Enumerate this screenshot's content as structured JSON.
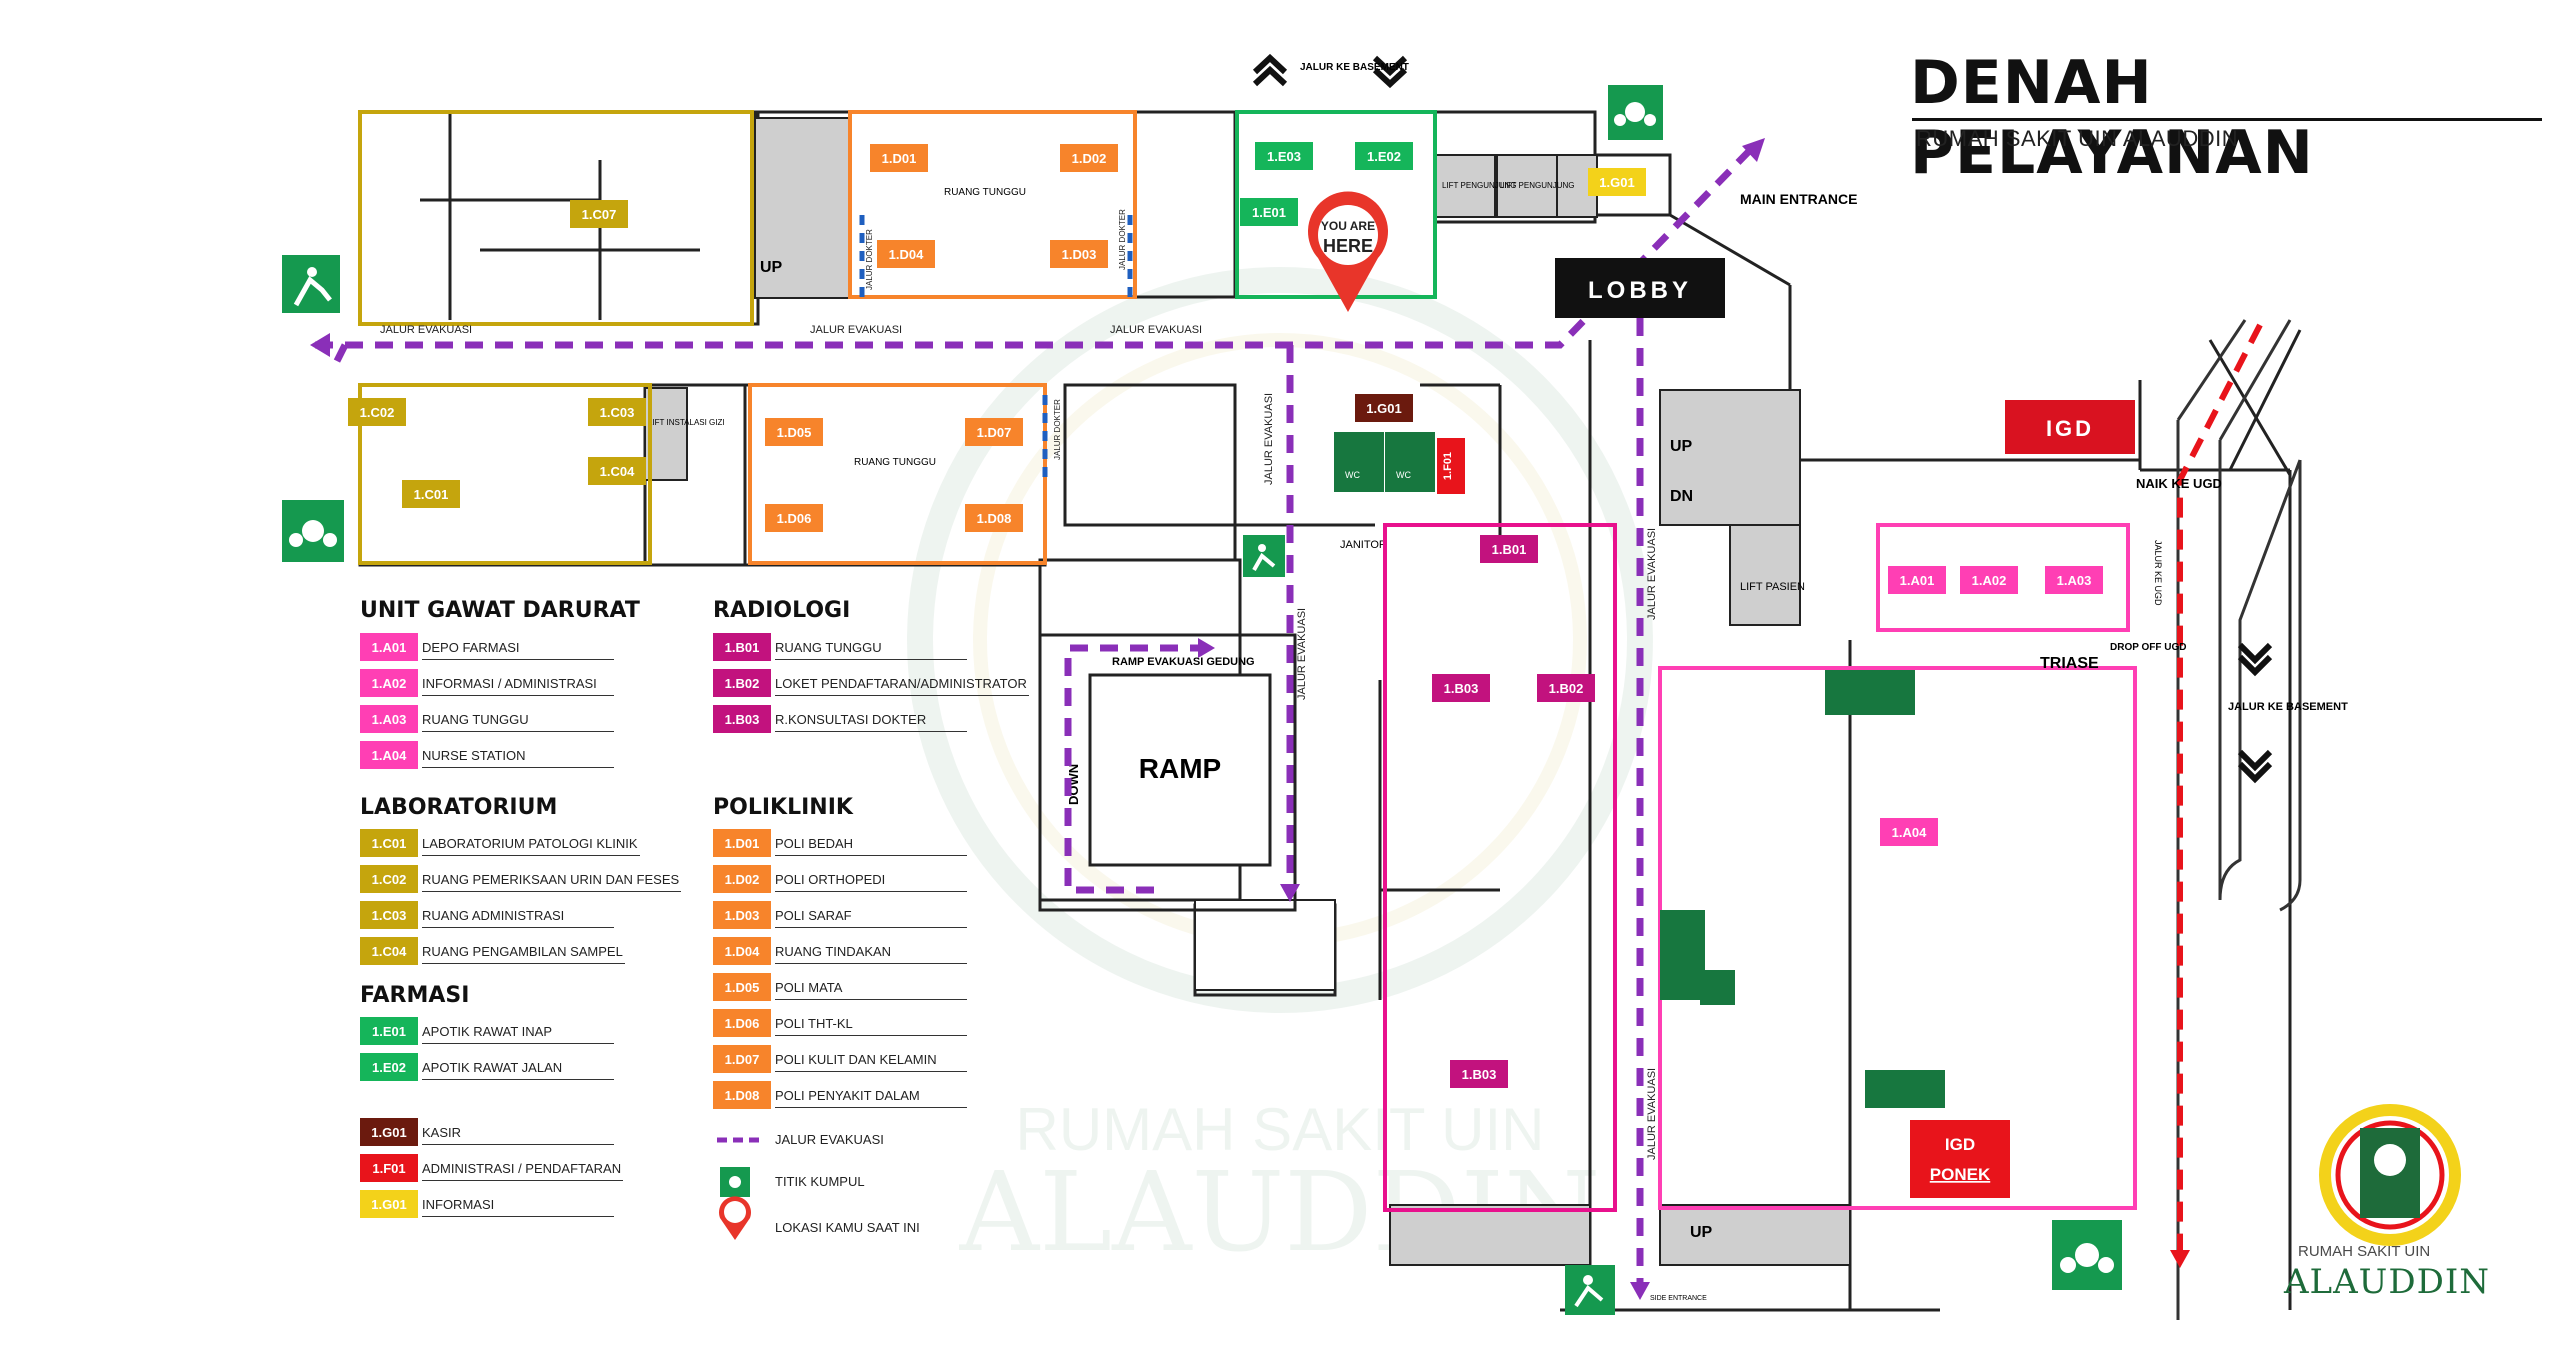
{
  "header": {
    "title": "DENAH PELAYANAN",
    "subtitle": "RUMAH SAKIT UIN ALAUDDIN"
  },
  "colors": {
    "igd": "#ff3fb4",
    "radiologi": "#c2127e",
    "laboratorium": "#c5a50d",
    "poliklinik": "#f7842b",
    "farmasi": "#15b55a",
    "kasir": "#6b1a0e",
    "administrasi": "#e8141b",
    "informasi": "#f3d21a",
    "evacuation": "#8a2fb8",
    "assembly": "#15994f"
  },
  "map": {
    "jalur_ke_basement_top": "JALUR KE BASEMENT",
    "jalur_ke_basement_right": "JALUR KE BASEMENT",
    "main_entrance": "MAIN ENTRANCE",
    "lobby": "LOBBY",
    "igd_sign": "IGD",
    "naik_ke_ugd": "NAIK KE UGD",
    "drop_off": "DROP OFF UGD",
    "jalur_ke_ugd": "JALUR KE UGD",
    "triase": "TRIASE",
    "igd_ponek_1": "IGD",
    "igd_ponek_2": "PONEK",
    "ramp": "RAMP",
    "ramp_evakuasi": "RAMP EVAKUASI GEDUNG",
    "down": "DOWN",
    "up": "UP",
    "dn": "DN",
    "lift_pengunjung": "LIFT PENGUNJUNG",
    "lift_instalasi_gizi": "LIFT INSTALASI GIZI",
    "lift_pasien": "LIFT PASIEN",
    "janitor": "JANITOR",
    "ruang_tunggu": "RUANG TUNGGU",
    "jalur_dokter": "JALUR DOKTER",
    "jalur_evakuasi": "JALUR EVAKUASI",
    "side_entrance": "SIDE ENTRANCE",
    "wc": "WC",
    "you_are_here_1": "YOU ARE",
    "you_are_here_2": "HERE",
    "watermark_1": "RUMAH SAKIT UIN",
    "watermark_2": "ALAUDDIN",
    "rooms": [
      "1.C07",
      "1.C02",
      "1.C03",
      "1.C01",
      "1.C04",
      "1.D01",
      "1.D02",
      "1.D04",
      "1.D03",
      "1.D05",
      "1.D07",
      "1.D06",
      "1.D08",
      "1.E03",
      "1.E02",
      "1.E01",
      "1.G01",
      "1.F01",
      "1.B01",
      "1.B03",
      "1.B02",
      "1.B03",
      "1.A01",
      "1.A02",
      "1.A03",
      "1.A04"
    ]
  },
  "legend": {
    "ugd_title": "UNIT GAWAT DARURAT",
    "ugd": [
      {
        "code": "1.A01",
        "label": "DEPO FARMASI"
      },
      {
        "code": "1.A02",
        "label": "INFORMASI / ADMINISTRASI"
      },
      {
        "code": "1.A03",
        "label": "RUANG TUNGGU"
      },
      {
        "code": "1.A04",
        "label": "NURSE STATION"
      }
    ],
    "lab_title": "LABORATORIUM",
    "lab": [
      {
        "code": "1.C01",
        "label": "LABORATORIUM PATOLOGI KLINIK"
      },
      {
        "code": "1.C02",
        "label": "RUANG PEMERIKSAAN URIN DAN FESES"
      },
      {
        "code": "1.C03",
        "label": "RUANG ADMINISTRASI"
      },
      {
        "code": "1.C04",
        "label": "RUANG PENGAMBILAN SAMPEL"
      }
    ],
    "farmasi_title": "FARMASI",
    "farmasi": [
      {
        "code": "1.E01",
        "label": "APOTIK RAWAT INAP"
      },
      {
        "code": "1.E02",
        "label": "APOTIK RAWAT JALAN"
      }
    ],
    "misc": [
      {
        "code": "1.G01",
        "label": "KASIR"
      },
      {
        "code": "1.F01",
        "label": "ADMINISTRASI / PENDAFTARAN"
      },
      {
        "code": "1.G01",
        "label": "INFORMASI"
      }
    ],
    "radiologi_title": "RADIOLOGI",
    "radiologi": [
      {
        "code": "1.B01",
        "label": "RUANG TUNGGU"
      },
      {
        "code": "1.B02",
        "label": "LOKET PENDAFTARAN/ADMINISTRATOR"
      },
      {
        "code": "1.B03",
        "label": "R.KONSULTASI DOKTER"
      }
    ],
    "poli_title": "POLIKLINIK",
    "poli": [
      {
        "code": "1.D01",
        "label": "POLI BEDAH"
      },
      {
        "code": "1.D02",
        "label": "POLI ORTHOPEDI"
      },
      {
        "code": "1.D03",
        "label": "POLI SARAF"
      },
      {
        "code": "1.D04",
        "label": "RUANG TINDAKAN"
      },
      {
        "code": "1.D05",
        "label": "POLI MATA"
      },
      {
        "code": "1.D06",
        "label": "POLI THT-KL"
      },
      {
        "code": "1.D07",
        "label": "POLI KULIT DAN KELAMIN"
      },
      {
        "code": "1.D08",
        "label": "POLI PENYAKIT DALAM"
      }
    ],
    "symbols": [
      {
        "label": "JALUR EVAKUASI"
      },
      {
        "label": "TITIK KUMPUL"
      },
      {
        "label": "LOKASI KAMU SAAT INI"
      }
    ]
  },
  "logo": {
    "line1": "RUMAH SAKIT UIN",
    "line2": "ALAUDDIN"
  }
}
